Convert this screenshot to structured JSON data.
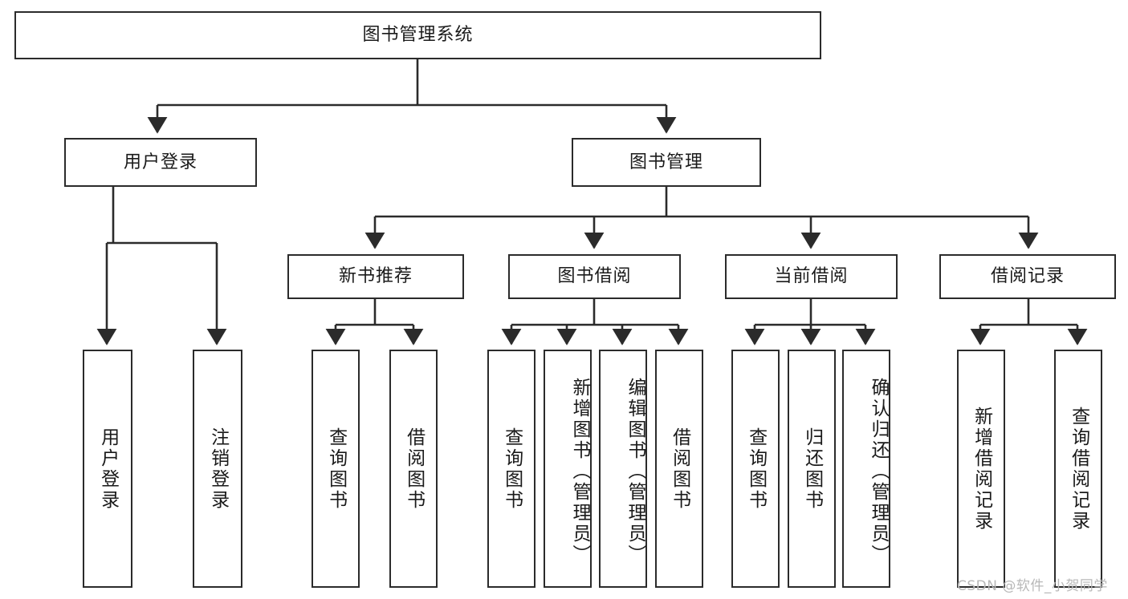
{
  "diagram": {
    "title": "图书管理系统",
    "type": "tree-hierarchy-chart",
    "watermark": "CSDN @软件_小贺同学",
    "colors": {
      "stroke": "#2b2b2b",
      "fill": "#ffffff",
      "text": "#1a1a1a",
      "watermark": "#b8b8b8"
    },
    "levels": {
      "root": {
        "label": "图书管理系统"
      },
      "level2": [
        {
          "id": "user-login",
          "label": "用户登录"
        },
        {
          "id": "book-management",
          "label": "图书管理"
        }
      ],
      "level3": [
        {
          "id": "new-book-recommend",
          "label": "新书推荐"
        },
        {
          "id": "book-borrow",
          "label": "图书借阅"
        },
        {
          "id": "current-borrow",
          "label": "当前借阅"
        },
        {
          "id": "borrow-record",
          "label": "借阅记录"
        }
      ],
      "leaves": {
        "user_login": [
          {
            "id": "leaf-user-login",
            "label": "用户登录"
          },
          {
            "id": "leaf-logout-login",
            "label": "注销登录"
          }
        ],
        "new_book_recommend": [
          {
            "id": "leaf-query-book-1",
            "label": "查询图书"
          },
          {
            "id": "leaf-borrow-book-1",
            "label": "借阅图书"
          }
        ],
        "book_borrow": [
          {
            "id": "leaf-query-book-2",
            "label": "查询图书"
          },
          {
            "id": "leaf-add-book",
            "label": "新增图书（管理员）"
          },
          {
            "id": "leaf-edit-book",
            "label": "编辑图书（管理员）"
          },
          {
            "id": "leaf-borrow-book-2",
            "label": "借阅图书"
          }
        ],
        "current_borrow": [
          {
            "id": "leaf-query-book-3",
            "label": "查询图书"
          },
          {
            "id": "leaf-return-book",
            "label": "归还图书"
          },
          {
            "id": "leaf-confirm-return",
            "label": "确认归还（管理员）"
          }
        ],
        "borrow_record": [
          {
            "id": "leaf-add-record",
            "label": "新增借阅记录"
          },
          {
            "id": "leaf-query-record",
            "label": "查询借阅记录"
          }
        ]
      }
    }
  },
  "chart_data": {
    "type": "table",
    "title": "图书管理系统",
    "nodes": [
      {
        "level": 1,
        "label": "图书管理系统",
        "parent": null
      },
      {
        "level": 2,
        "label": "用户登录",
        "parent": "图书管理系统"
      },
      {
        "level": 2,
        "label": "图书管理",
        "parent": "图书管理系统"
      },
      {
        "level": 3,
        "label": "用户登录",
        "parent": "用户登录"
      },
      {
        "level": 3,
        "label": "注销登录",
        "parent": "用户登录"
      },
      {
        "level": 3,
        "label": "新书推荐",
        "parent": "图书管理"
      },
      {
        "level": 3,
        "label": "图书借阅",
        "parent": "图书管理"
      },
      {
        "level": 3,
        "label": "当前借阅",
        "parent": "图书管理"
      },
      {
        "level": 3,
        "label": "借阅记录",
        "parent": "图书管理"
      },
      {
        "level": 4,
        "label": "查询图书",
        "parent": "新书推荐"
      },
      {
        "level": 4,
        "label": "借阅图书",
        "parent": "新书推荐"
      },
      {
        "level": 4,
        "label": "查询图书",
        "parent": "图书借阅"
      },
      {
        "level": 4,
        "label": "新增图书（管理员）",
        "parent": "图书借阅"
      },
      {
        "level": 4,
        "label": "编辑图书（管理员）",
        "parent": "图书借阅"
      },
      {
        "level": 4,
        "label": "借阅图书",
        "parent": "图书借阅"
      },
      {
        "level": 4,
        "label": "查询图书",
        "parent": "当前借阅"
      },
      {
        "level": 4,
        "label": "归还图书",
        "parent": "当前借阅"
      },
      {
        "level": 4,
        "label": "确认归还（管理员）",
        "parent": "当前借阅"
      },
      {
        "level": 4,
        "label": "新增借阅记录",
        "parent": "借阅记录"
      },
      {
        "level": 4,
        "label": "查询借阅记录",
        "parent": "借阅记录"
      }
    ]
  }
}
